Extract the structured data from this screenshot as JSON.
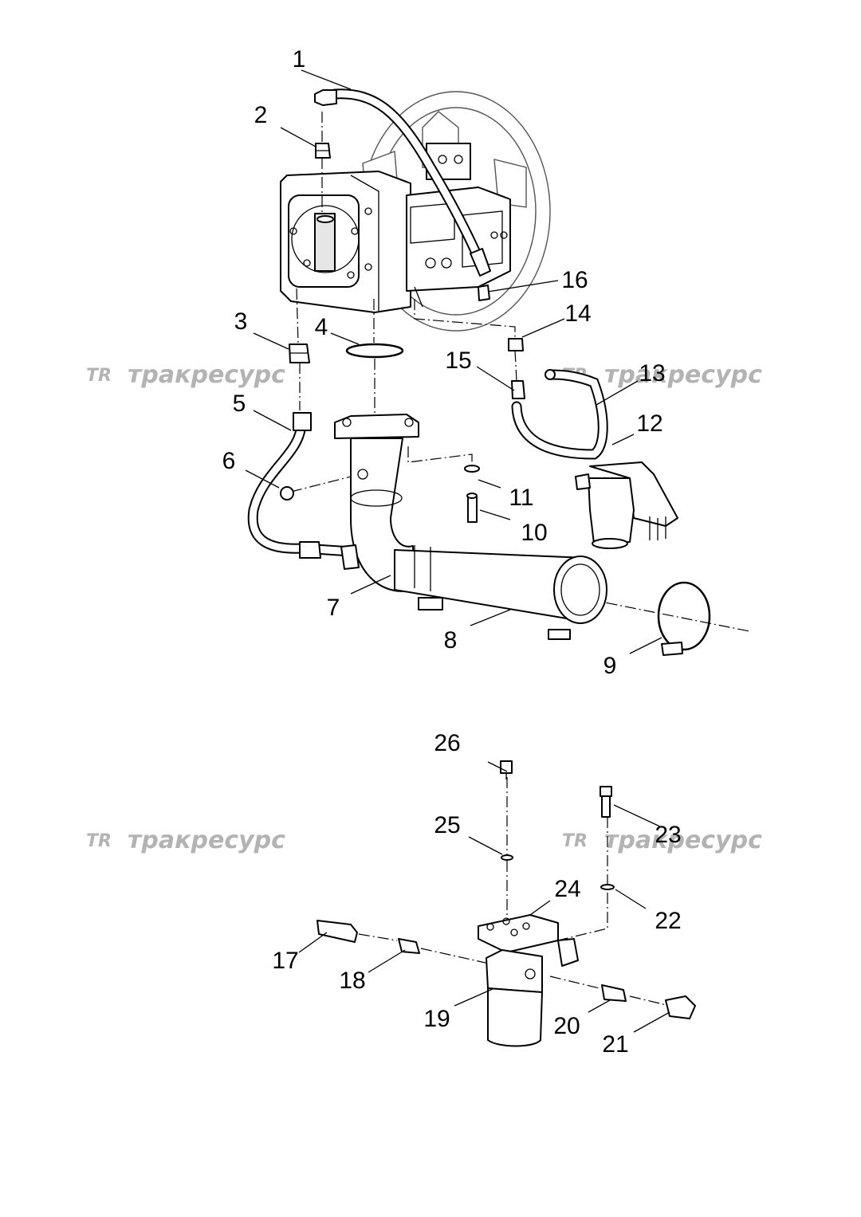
{
  "callouts": [
    "1",
    "2",
    "3",
    "4",
    "5",
    "6",
    "7",
    "8",
    "9",
    "10",
    "11",
    "12",
    "13",
    "14",
    "15",
    "16",
    "17",
    "18",
    "19",
    "20",
    "21",
    "22",
    "23",
    "24",
    "25",
    "26"
  ],
  "watermark": {
    "logo": "TR",
    "text": "тракресурс"
  }
}
